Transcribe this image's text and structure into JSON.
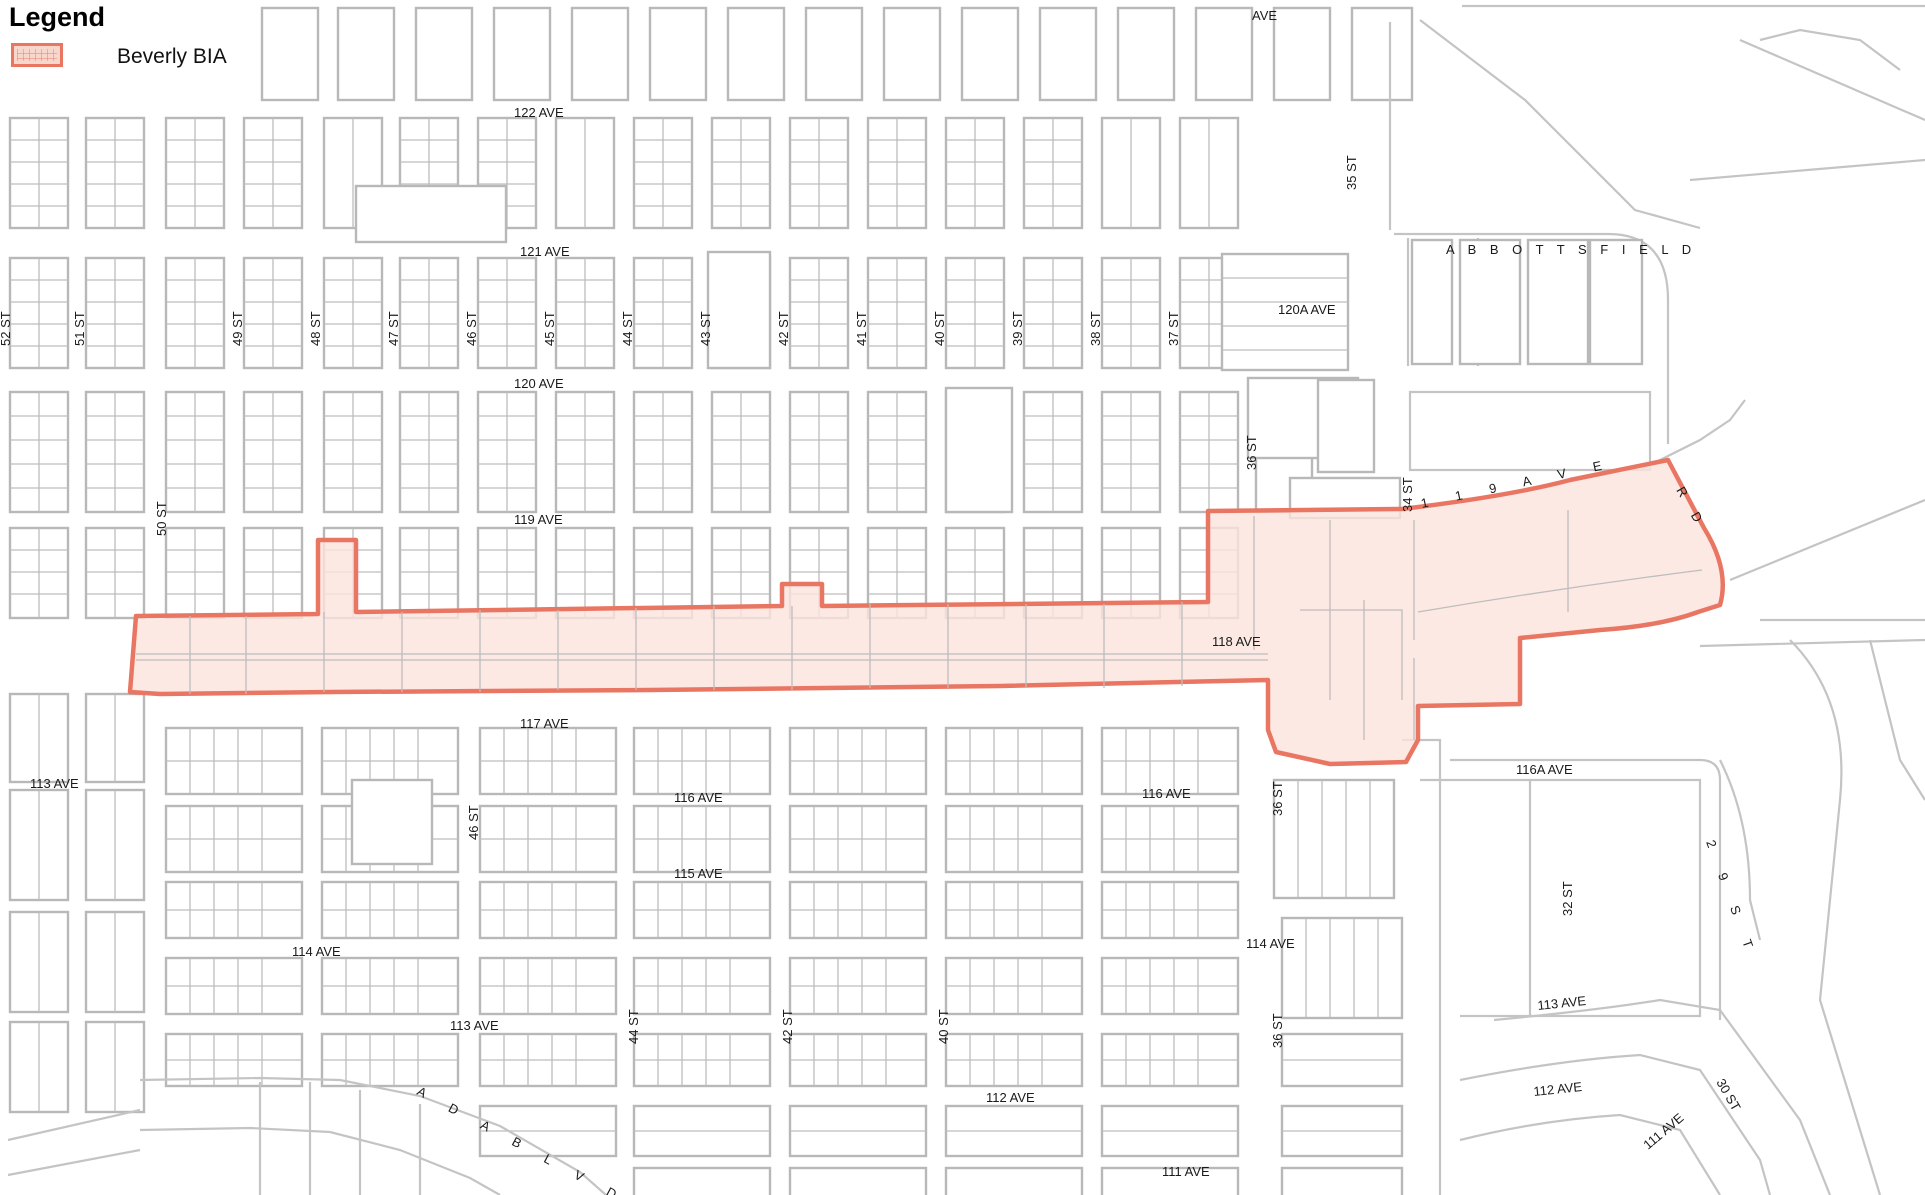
{
  "legend": {
    "title": "Legend",
    "item_label": "Beverly BIA"
  },
  "colors": {
    "boundary_stroke": "#e97662",
    "boundary_fill": "#fbe3dd",
    "lot_lines": "#b8b8b8"
  },
  "avenues": [
    "AVE",
    "122 AVE",
    "121 AVE",
    "120A AVE",
    "120 AVE",
    "119 AVE",
    "118 AVE",
    "117 AVE",
    "116A AVE",
    "116 AVE",
    "116 AVE",
    "115 AVE",
    "114 AVE",
    "114 AVE",
    "113 AVE",
    "113 AVE",
    "113 AVE",
    "112 AVE",
    "112 AVE",
    "111 AVE",
    "111 AVE"
  ],
  "streets": [
    "51 ST",
    "50 ST",
    "49 ST",
    "48 ST",
    "47 ST",
    "46 ST",
    "46 ST",
    "45 ST",
    "44 ST",
    "44 ST",
    "43 ST",
    "42 ST",
    "42 ST",
    "41 ST",
    "40 ST",
    "40 ST",
    "39 ST",
    "38 ST",
    "37 ST",
    "36 ST",
    "36 ST",
    "36 ST",
    "35 ST",
    "34 ST",
    "32 ST",
    "30 ST",
    "52 ST"
  ],
  "spaced_labels": {
    "abbottsfield": "A B B O T T S F I E L D",
    "ave_119": "1 1 9 A V E",
    "rd": "R D",
    "st_29": "2 9 S T",
    "ada_blvd": "A D A B L V D"
  }
}
